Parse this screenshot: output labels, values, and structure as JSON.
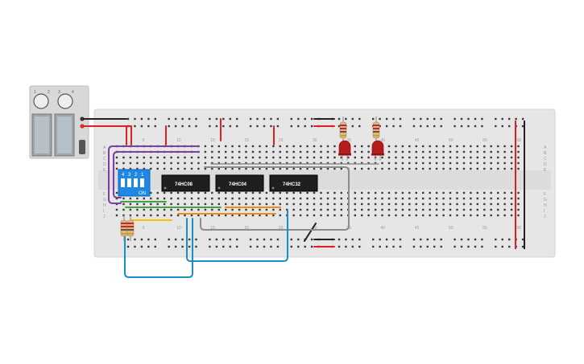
{
  "canvas": {
    "background": "#ffffff"
  },
  "breadboard": {
    "column_numbers_top": [
      "5",
      "10",
      "15",
      "20",
      "25",
      "30",
      "35",
      "40",
      "45",
      "50",
      "55",
      "60"
    ],
    "column_numbers_bottom": [
      "5",
      "10",
      "15",
      "20",
      "25",
      "30",
      "35",
      "40",
      "45",
      "50",
      "55",
      "60"
    ],
    "row_letters_upper": [
      "A",
      "B",
      "C",
      "D",
      "E"
    ],
    "row_letters_lower": [
      "F",
      "G",
      "H",
      "I",
      "J"
    ],
    "rail_positive_color": "#e02020",
    "rail_negative_color": "#222222"
  },
  "chips": [
    {
      "label": "74HC08"
    },
    {
      "label": "74HC04"
    },
    {
      "label": "74HC32"
    }
  ],
  "dip_switch": {
    "numbers": [
      "4",
      "3",
      "2",
      "1"
    ],
    "on_label": "ON",
    "color": "#1e88e5"
  },
  "power_supply": {
    "knob_labels": [
      "1",
      "2",
      "3",
      "4"
    ]
  },
  "leds": [
    {
      "color": "#b71c1c"
    },
    {
      "color": "#b71c1c"
    }
  ],
  "wire_colors": {
    "red": "#e02020",
    "black": "#222222",
    "purple": "#7b3fa0",
    "green": "#43a047",
    "yellow": "#f6c200",
    "orange": "#f08c1a",
    "gray": "#8c8c8c",
    "blue": "#1a8fc4"
  }
}
